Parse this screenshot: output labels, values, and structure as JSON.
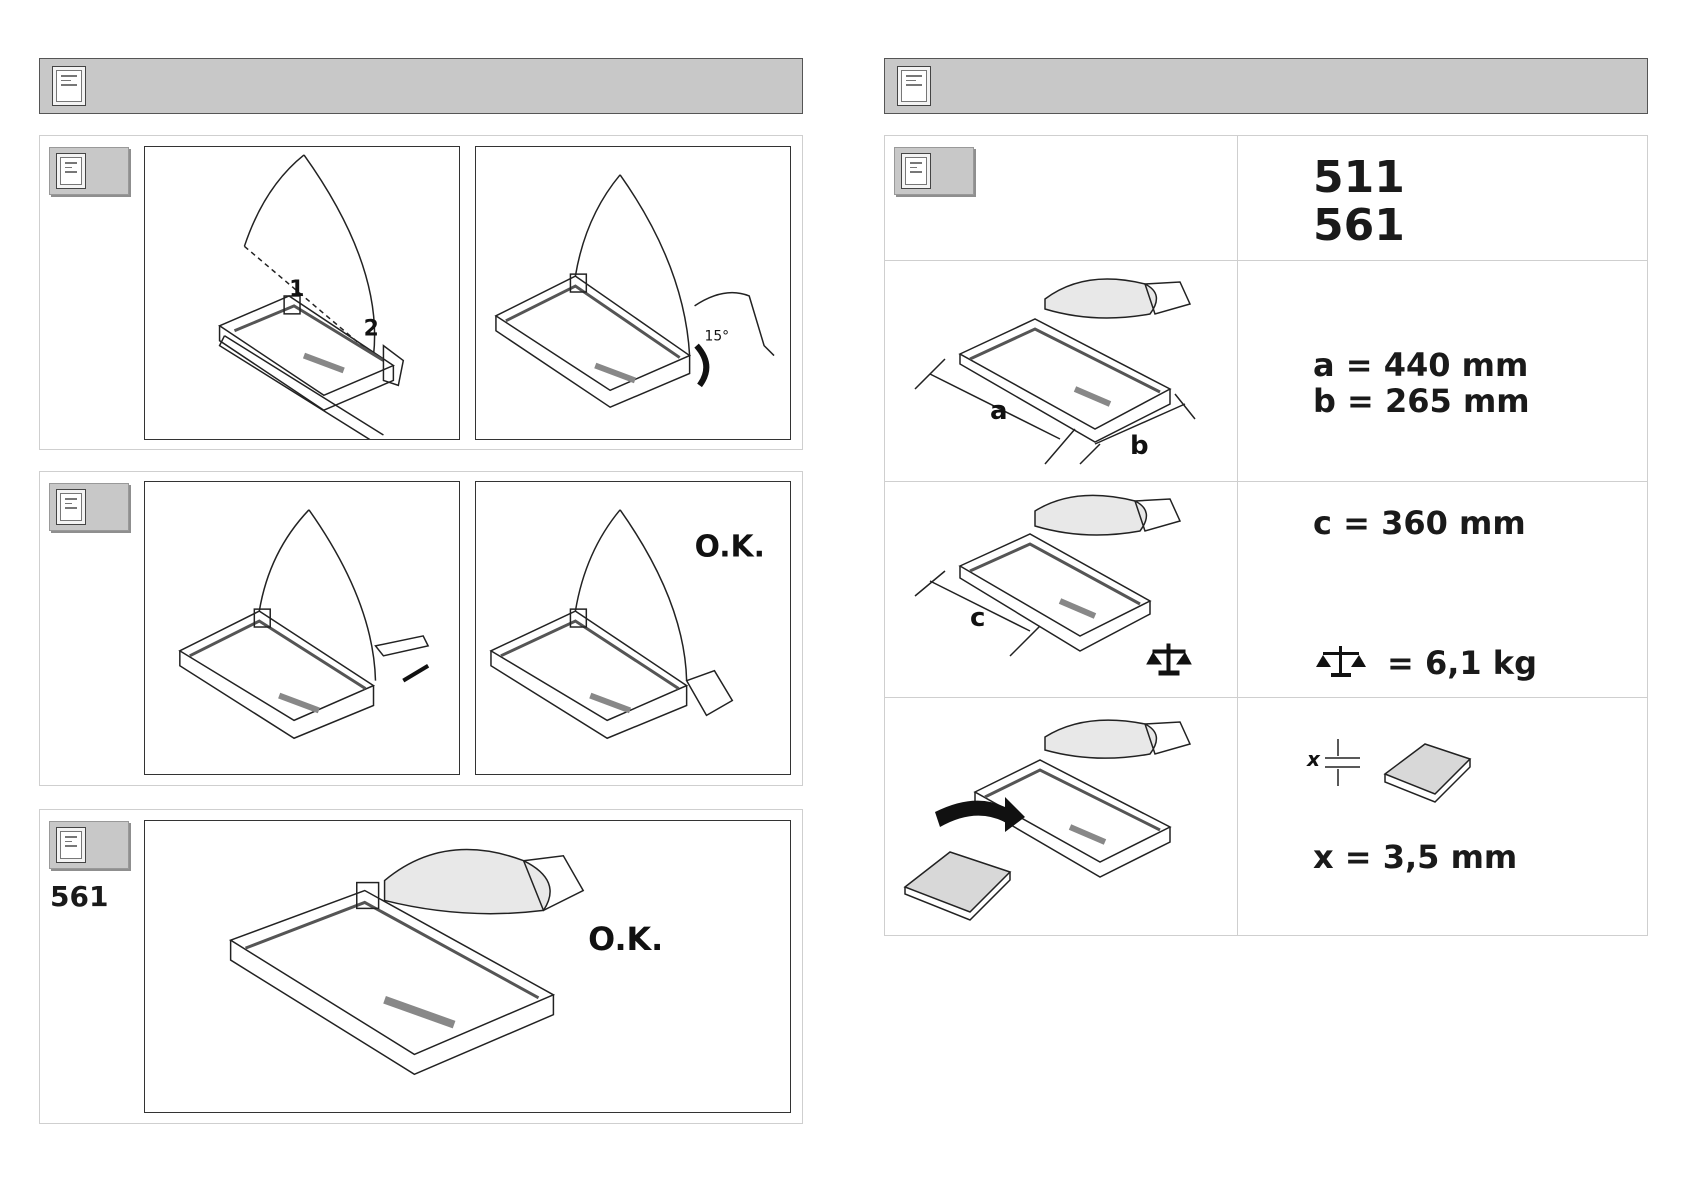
{
  "left": {
    "step4_model": "561",
    "ok_label_1": "O.K.",
    "ok_label_2": "O.K.",
    "assembly_step1": "1",
    "assembly_step2": "2",
    "angle": "15°"
  },
  "right": {
    "models": [
      "511",
      "561"
    ],
    "dim_a": "a = 440 mm",
    "dim_b": "b = 265 mm",
    "dim_c": "c = 360 mm",
    "weight": "= 6,1 kg",
    "thickness": "x = 3,5 mm",
    "label_a": "a",
    "label_b": "b",
    "label_c": "c",
    "label_x": "x"
  }
}
